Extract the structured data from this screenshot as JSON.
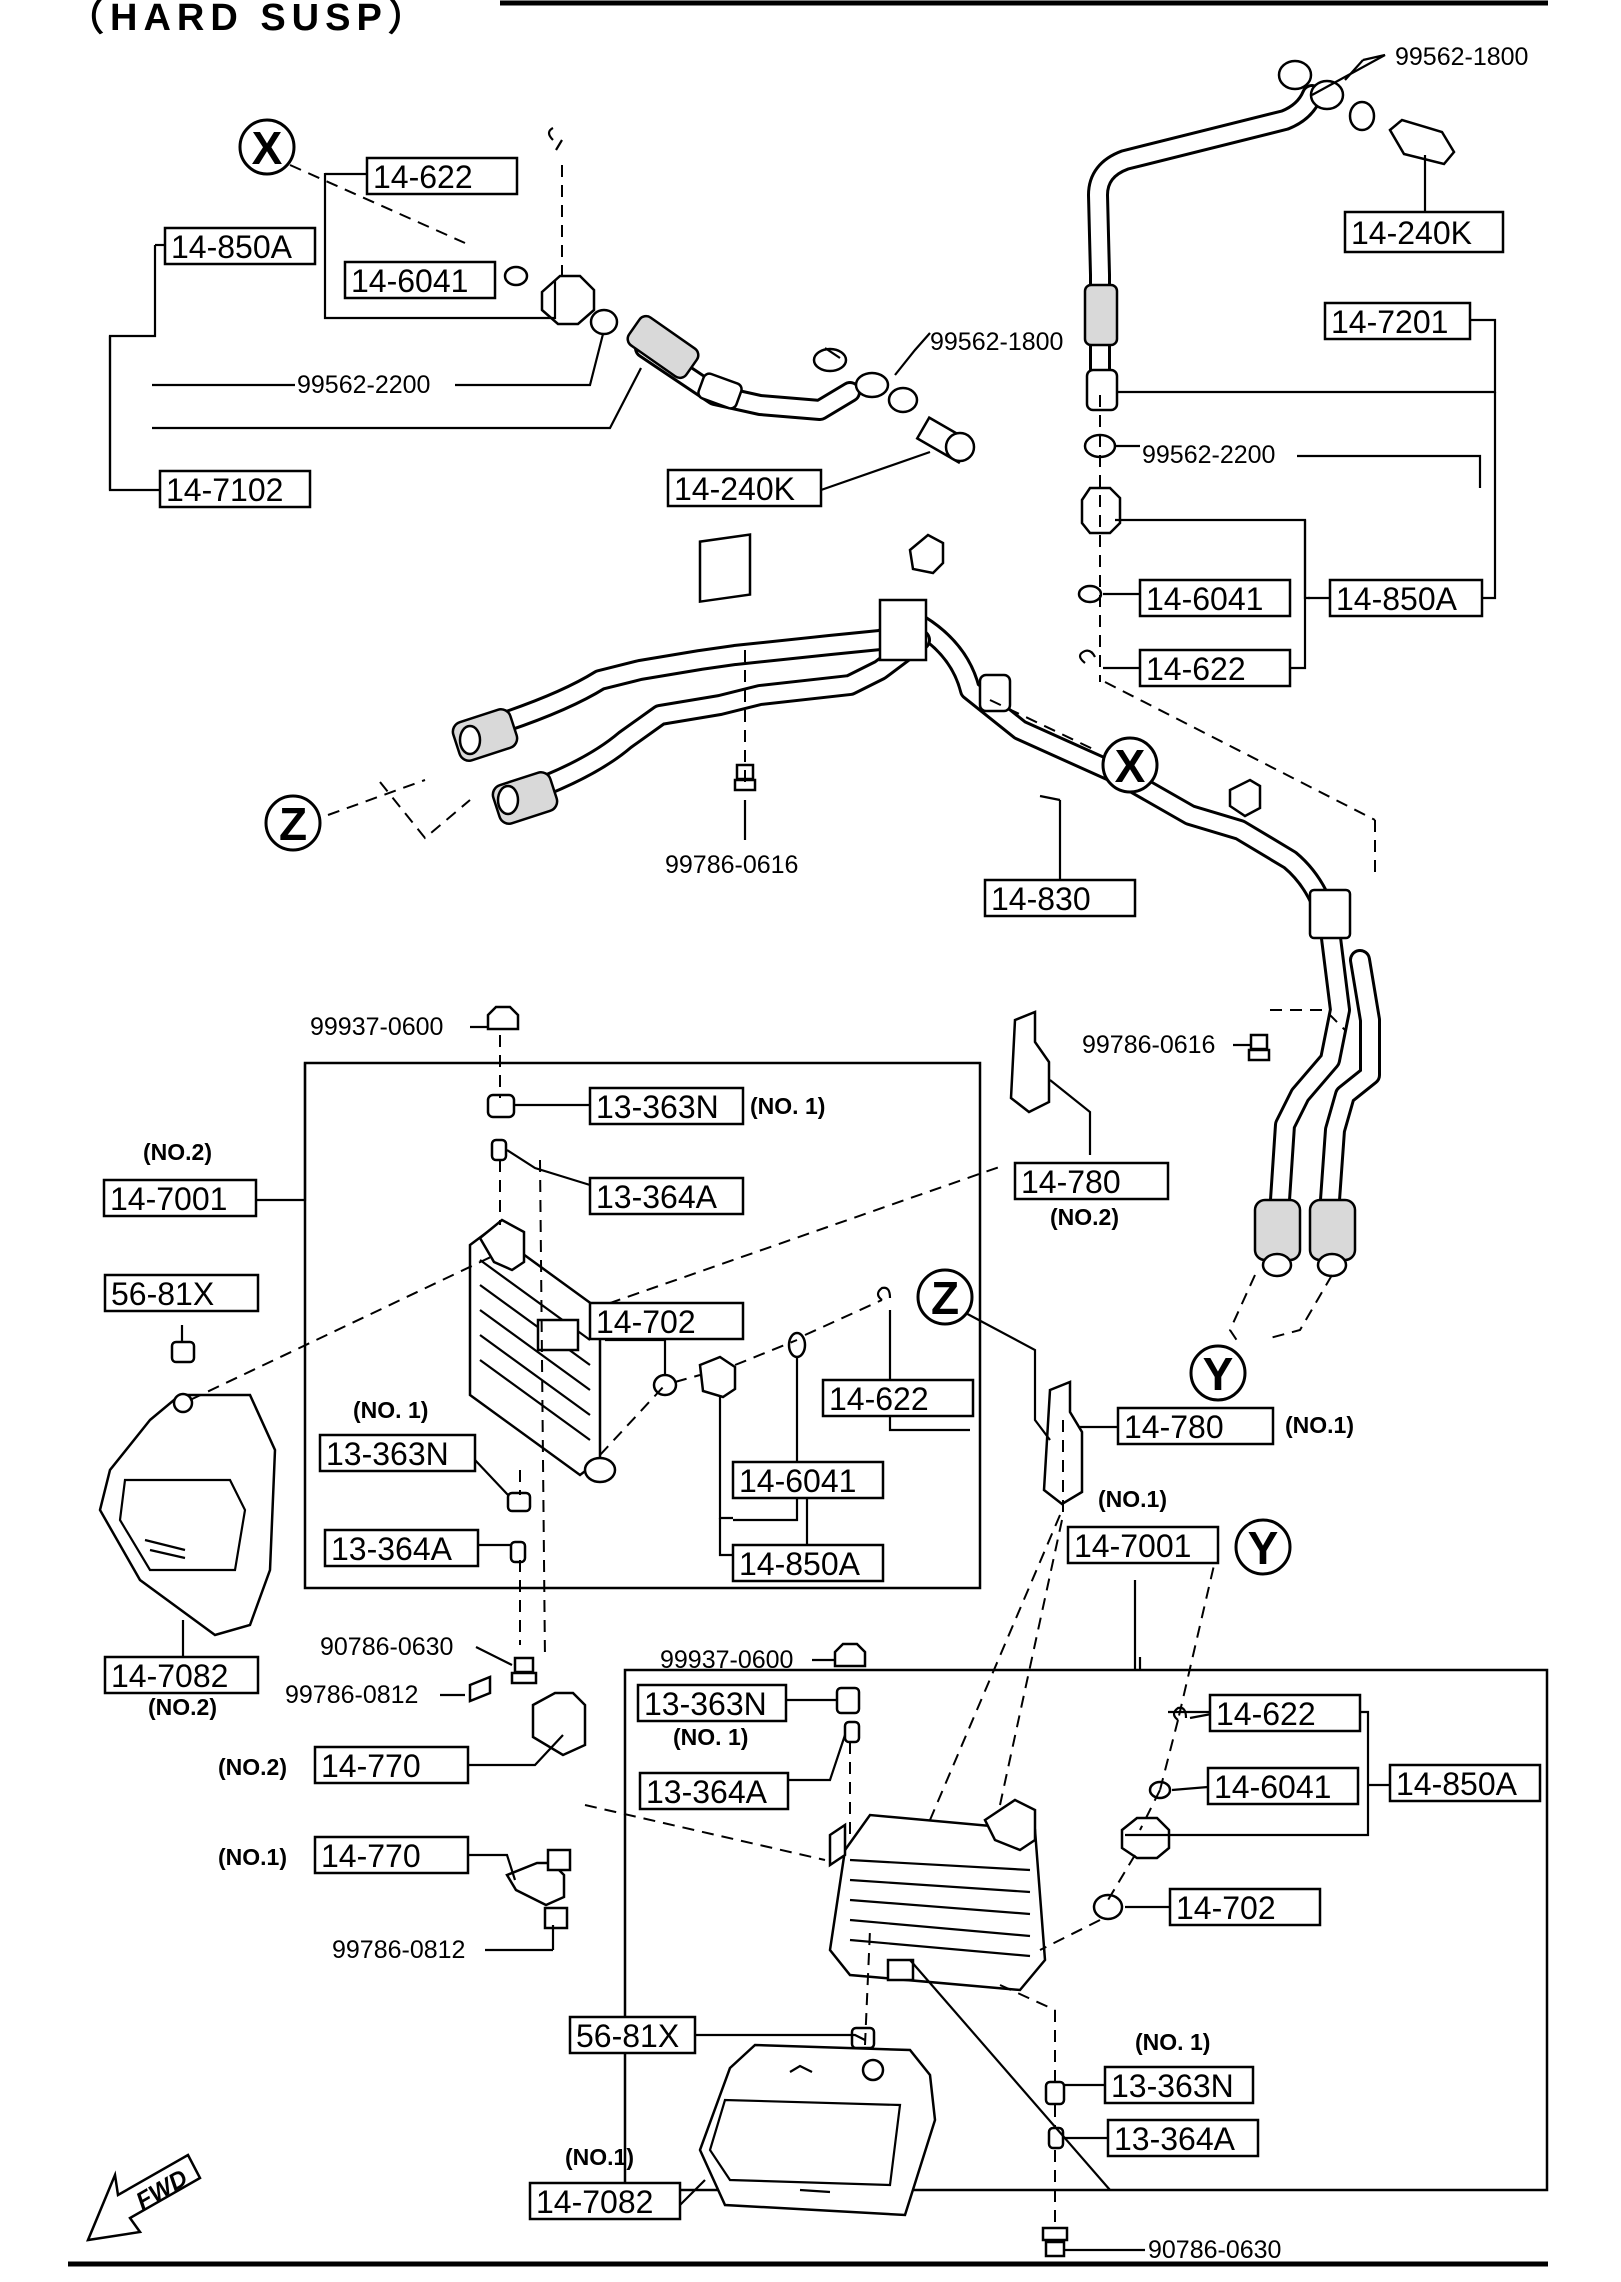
{
  "title": "（HARD  SUSP）",
  "fwd_label": "FWD",
  "callouts": {
    "x": "X",
    "y": "Y",
    "z": "Z"
  },
  "boxed_parts": {
    "p14_622_a": "14-622",
    "p14_850A_a": "14-850A",
    "p14_6041_a": "14-6041",
    "p14_7102": "14-7102",
    "p14_240K_a": "14-240K",
    "p14_240K_b": "14-240K",
    "p14_7201": "14-7201",
    "p14_6041_b": "14-6041",
    "p14_850A_b": "14-850A",
    "p14_622_b": "14-622",
    "p14_830": "14-830",
    "p13_363N_a": "13-363N",
    "p13_364A_a": "13-364A",
    "p14_7001_a": "14-7001",
    "p14_780_a": "14-780",
    "p56_81X_a": "56-81X",
    "p14_702_a": "14-702",
    "p14_622_c": "14-622",
    "p13_363N_b": "13-363N",
    "p14_6041_c": "14-6041",
    "p13_364A_b": "13-364A",
    "p14_850A_c": "14-850A",
    "p14_7082_a": "14-7082",
    "p14_780_b": "14-780",
    "p14_7001_b": "14-7001",
    "p13_363N_c": "13-363N",
    "p14_622_d": "14-622",
    "p14_6041_d": "14-6041",
    "p14_850A_d": "14-850A",
    "p13_364A_c": "13-364A",
    "p14_770_a": "14-770",
    "p14_770_b": "14-770",
    "p14_702_b": "14-702",
    "p56_81X_b": "56-81X",
    "p13_363N_d": "13-363N",
    "p13_364A_d": "13-364A",
    "p14_7082_b": "14-7082"
  },
  "plain_parts": {
    "n99562_1800_a": "99562-1800",
    "n99562_1800_b": "99562-1800",
    "n99562_2200_a": "99562-2200",
    "n99562_2200_b": "99562-2200",
    "n99786_0616_a": "99786-0616",
    "n99786_0616_b": "99786-0616",
    "n99937_0600_a": "99937-0600",
    "n90786_0630_a": "90786-0630",
    "n99786_0812_a": "99786-0812",
    "n99937_0600_b": "99937-0600",
    "n99786_0812_b": "99786-0812",
    "n90786_0630_b": "90786-0630"
  },
  "qualifiers": {
    "q_no1_a": "(NO. 1)",
    "q_no2_a": "(NO.2)",
    "q_no2_b": "(NO.2)",
    "q_no1_b": "(NO. 1)",
    "q_no2_c": "(NO.2)",
    "q_no1_c": "(NO.1)",
    "q_no1_d": "(NO.1)",
    "q_no1_e": "(NO. 1)",
    "q_no2_d": "(NO.2)",
    "q_no1_f": "(NO.1)",
    "q_no1_g": "(NO. 1)",
    "q_no1_h": "(NO.1)"
  }
}
